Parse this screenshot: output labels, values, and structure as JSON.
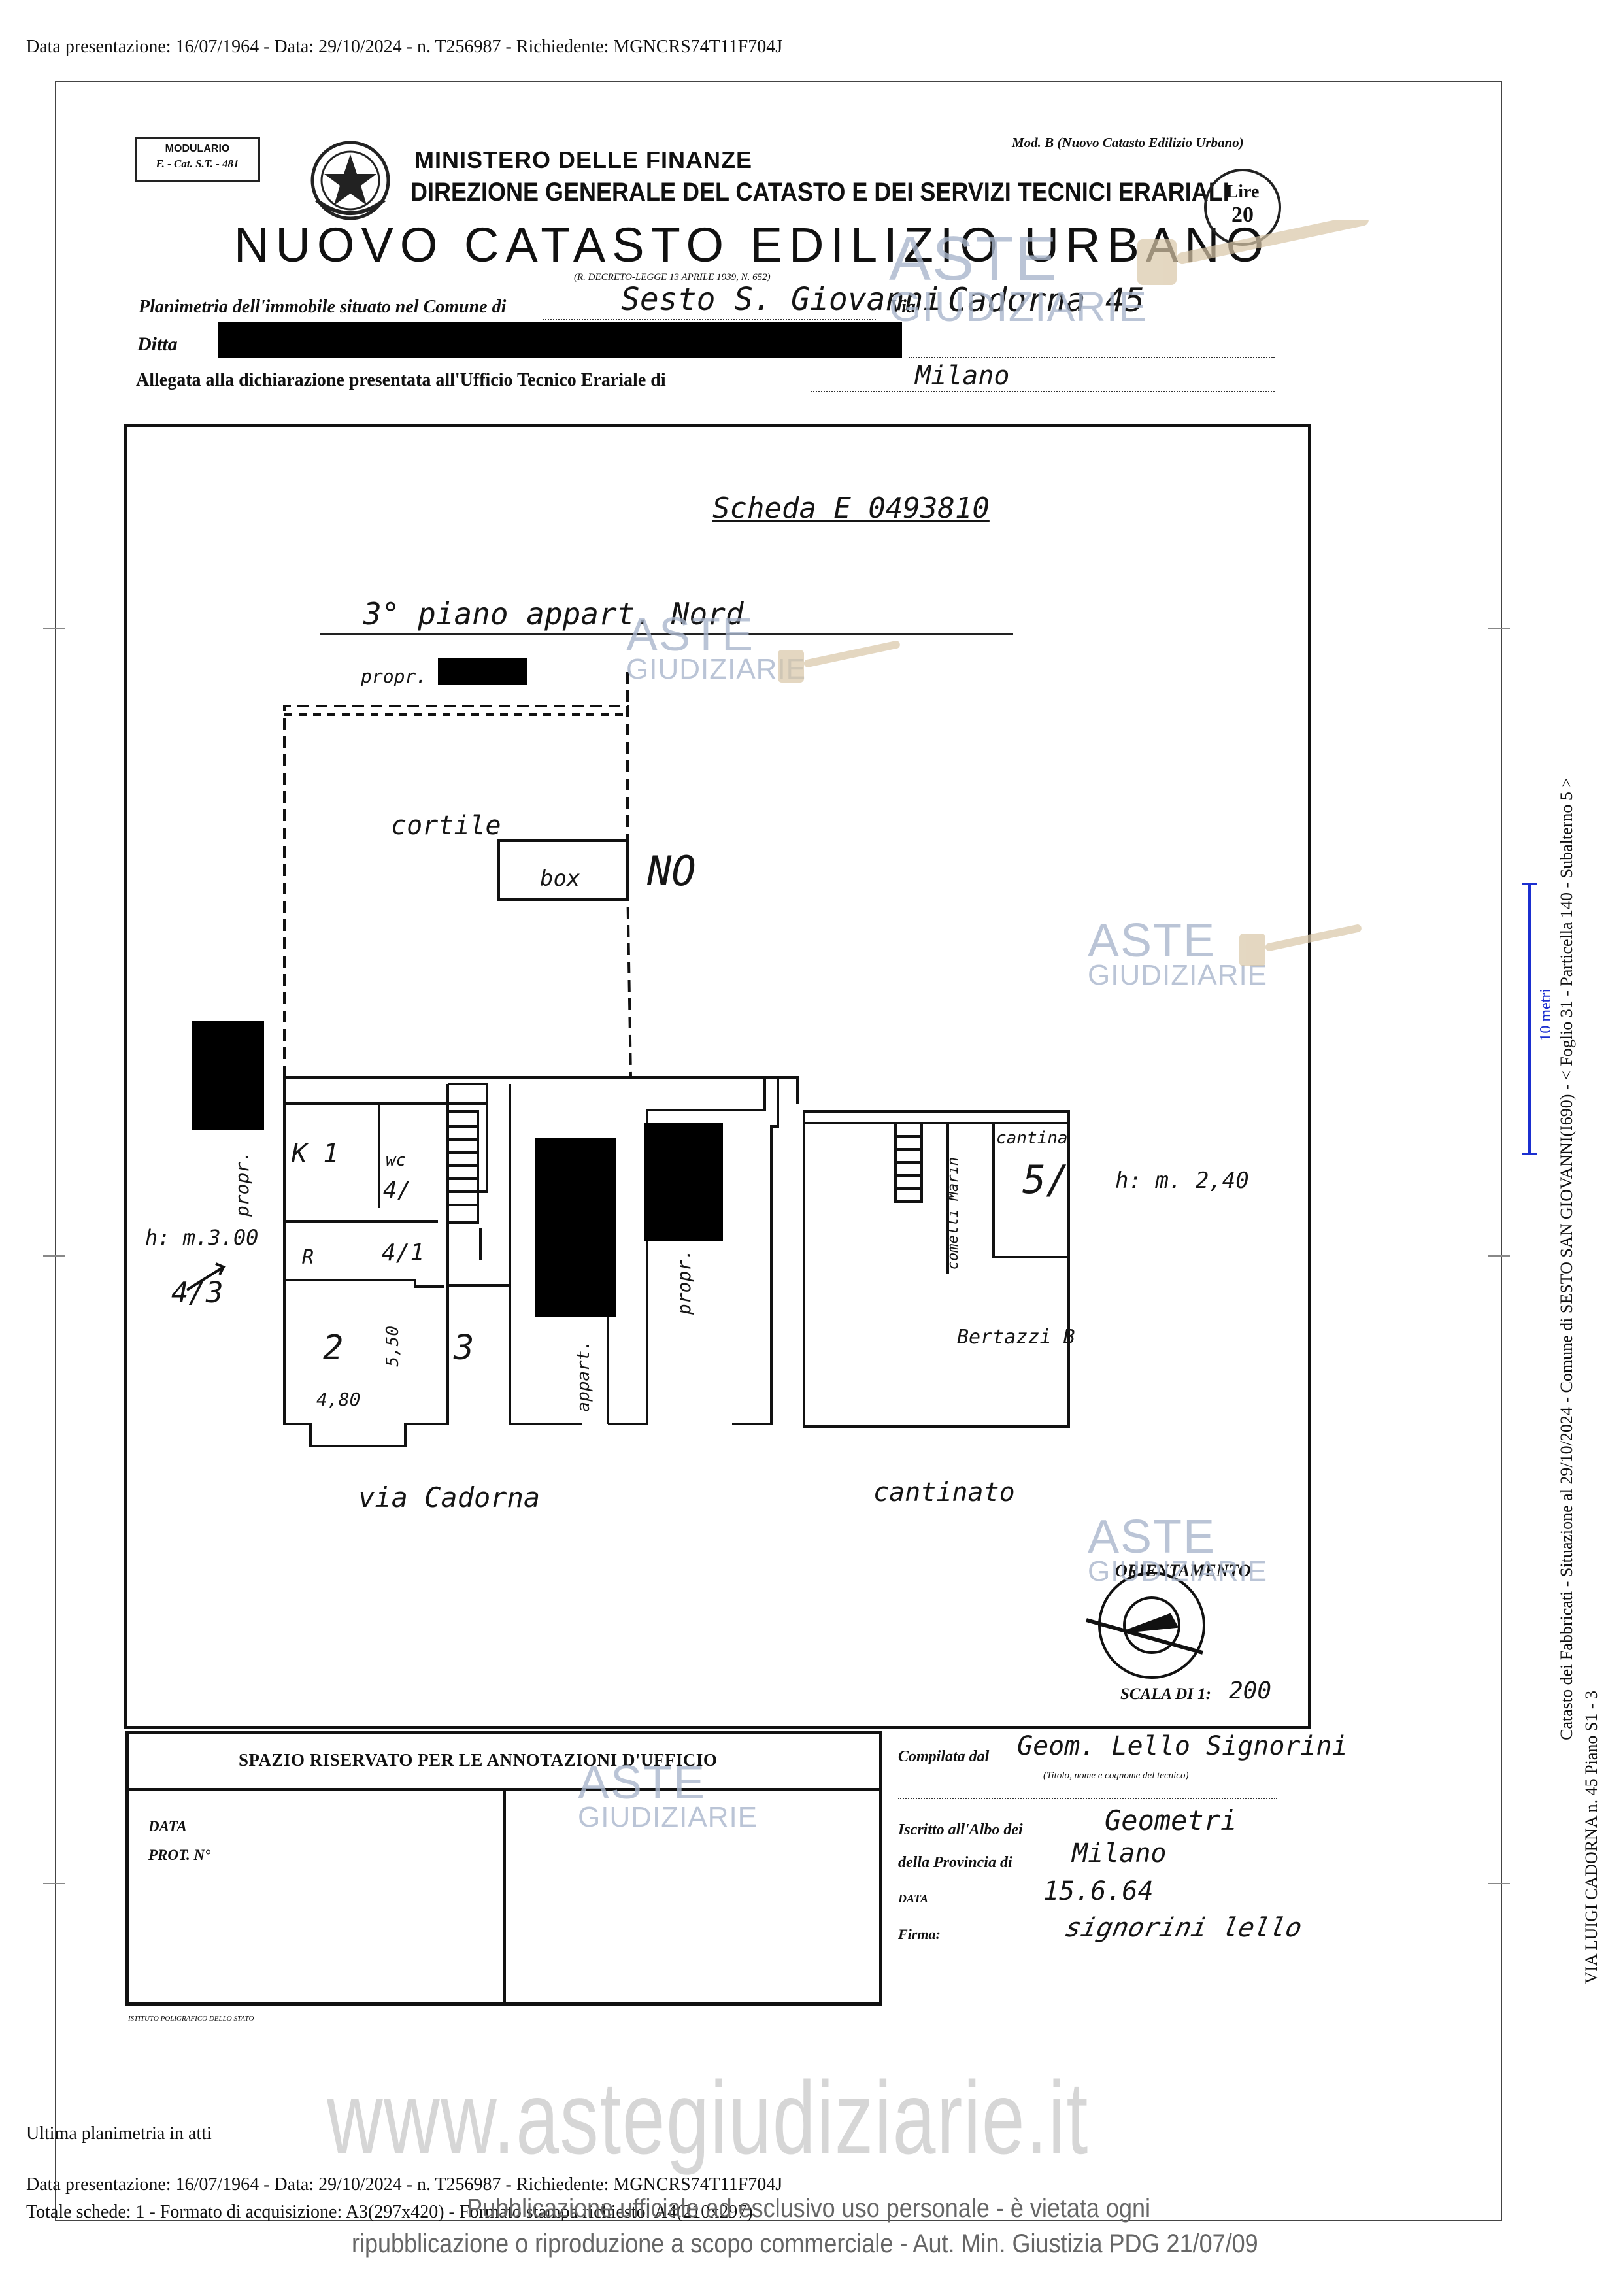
{
  "header": {
    "top_line": "Data presentazione: 16/07/1964 - Data: 29/10/2024 - n. T256987 - Richiedente: MGNCRS74T11F704J"
  },
  "form": {
    "modulario_title": "MODULARIO",
    "modulario_code": "F. - Cat. S.T. - 481",
    "ministry": "MINISTERO DELLE FINANZE",
    "direction": "DIREZIONE GENERALE DEL CATASTO E DEI SERVIZI TECNICI ERARIALI",
    "main_title": "NUOVO CATASTO EDILIZIO URBANO",
    "decree": "(R. DECRETO-LEGGE 13 APRILE 1939, N. 652)",
    "mod_b": "Mod. B (Nuovo Catasto Edilizio Urbano)",
    "stamp_top": "Lire",
    "stamp_value": "20",
    "row1_label": "Planimetria dell'immobile situato nel Comune di",
    "row1_comune": "Sesto S. Giovanni",
    "via_label": "Via",
    "row1_via": "Cadorna 45",
    "ditta_label": "Ditta",
    "allegata_label": "Allegata alla dichiarazione presentata all'Ufficio Tecnico Erariale di",
    "allegata_value": "Milano"
  },
  "plan": {
    "scheda": "Scheda E 0493810",
    "title": "3° piano appart. Nord",
    "propr_top": "propr.",
    "cortile": "cortile",
    "box": "box",
    "no": "NO",
    "k1": "K 1",
    "wc": "wc",
    "k4": "4/",
    "r": "R",
    "k1b": "4/1",
    "room2": "2",
    "room3": "3",
    "dim_v": "5,50",
    "dim_h": "4,80",
    "h_left": "h: m.3.00",
    "a3": "4/3",
    "propr_left": "propr.",
    "appart": "appart.",
    "propr_right": "propr.",
    "street": "via Cadorna",
    "cantina": "cantina",
    "cantina_num": "5/",
    "h_cellar": "h: m. 2,40",
    "cameretta": "comelli Marin",
    "owner_cellar": "Bertazzi B",
    "cantinato": "cantinato",
    "orientamento": "ORIENTAMENTO",
    "scala_label": "SCALA DI 1:",
    "scala_value": "200"
  },
  "office": {
    "title": "SPAZIO RISERVATO PER LE ANNOTAZIONI D'UFFICIO",
    "data_label": "DATA",
    "prot_label": "PROT. N°",
    "printer": "ISTITUTO POLIGRAFICO DELLO STATO"
  },
  "compiled": {
    "compilata_label": "Compilata dal",
    "compilata_value": "Geom. Lello Signorini",
    "compilata_sub": "(Titolo, nome e cognome del tecnico)",
    "albo_label": "Iscritto all'Albo dei",
    "albo_value": "Geometri",
    "provincia_label": "della Provincia di",
    "provincia_value": "Milano",
    "data_label": "DATA",
    "data_value": "15.6.64",
    "firma_label": "Firma:",
    "firma_value": "signorini lello"
  },
  "side": {
    "line1": "Catasto dei Fabbricati - Situazione al 29/10/2024 - Comune di SESTO SAN GIOVANNI(I690) - < Foglio 31 - Particella 140 - Subalterno 5 >",
    "line2": "VIA LUIGI CADORNA n. 45 Piano S1 - 3",
    "scale_label": "10 metri"
  },
  "watermark": {
    "aste": "ASTE",
    "giudiziarie": "GIUDIZIARIE",
    "url": "www.astegiudiziarie.it",
    "notice1": "Pubblicazione ufficiale ad esclusivo uso personale - è vietata ogni",
    "notice2": "ripubblicazione o riproduzione a scopo commerciale - Aut. Min. Giustizia PDG 21/07/09"
  },
  "footer": {
    "ultima": "Ultima planimetria in atti",
    "line1": "Data presentazione: 16/07/1964 - Data: 29/10/2024 - n. T256987 - Richiedente: MGNCRS74T11F704J",
    "line2": "Totale schede: 1 - Formato di acquisizione: A3(297x420) - Formato stampa richiesto: A4(210x297)"
  },
  "colors": {
    "watermark": "#a9b6cc",
    "side_ruler": "#1b2fd0",
    "ink": "#111111"
  }
}
